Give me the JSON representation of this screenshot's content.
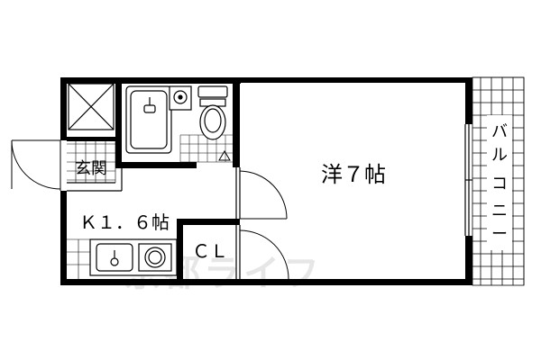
{
  "rooms": {
    "western_room": "洋７帖",
    "kitchen": "Ｋ１．６帖",
    "entrance": "玄関",
    "closet": "ＣＬ",
    "balcony": [
      "バ",
      "ル",
      "コ",
      "ニ",
      "ー"
    ]
  },
  "watermark": "京都ライフ",
  "colors": {
    "wall": "#000000",
    "background": "#ffffff",
    "watermark": "#e6e6e6"
  }
}
